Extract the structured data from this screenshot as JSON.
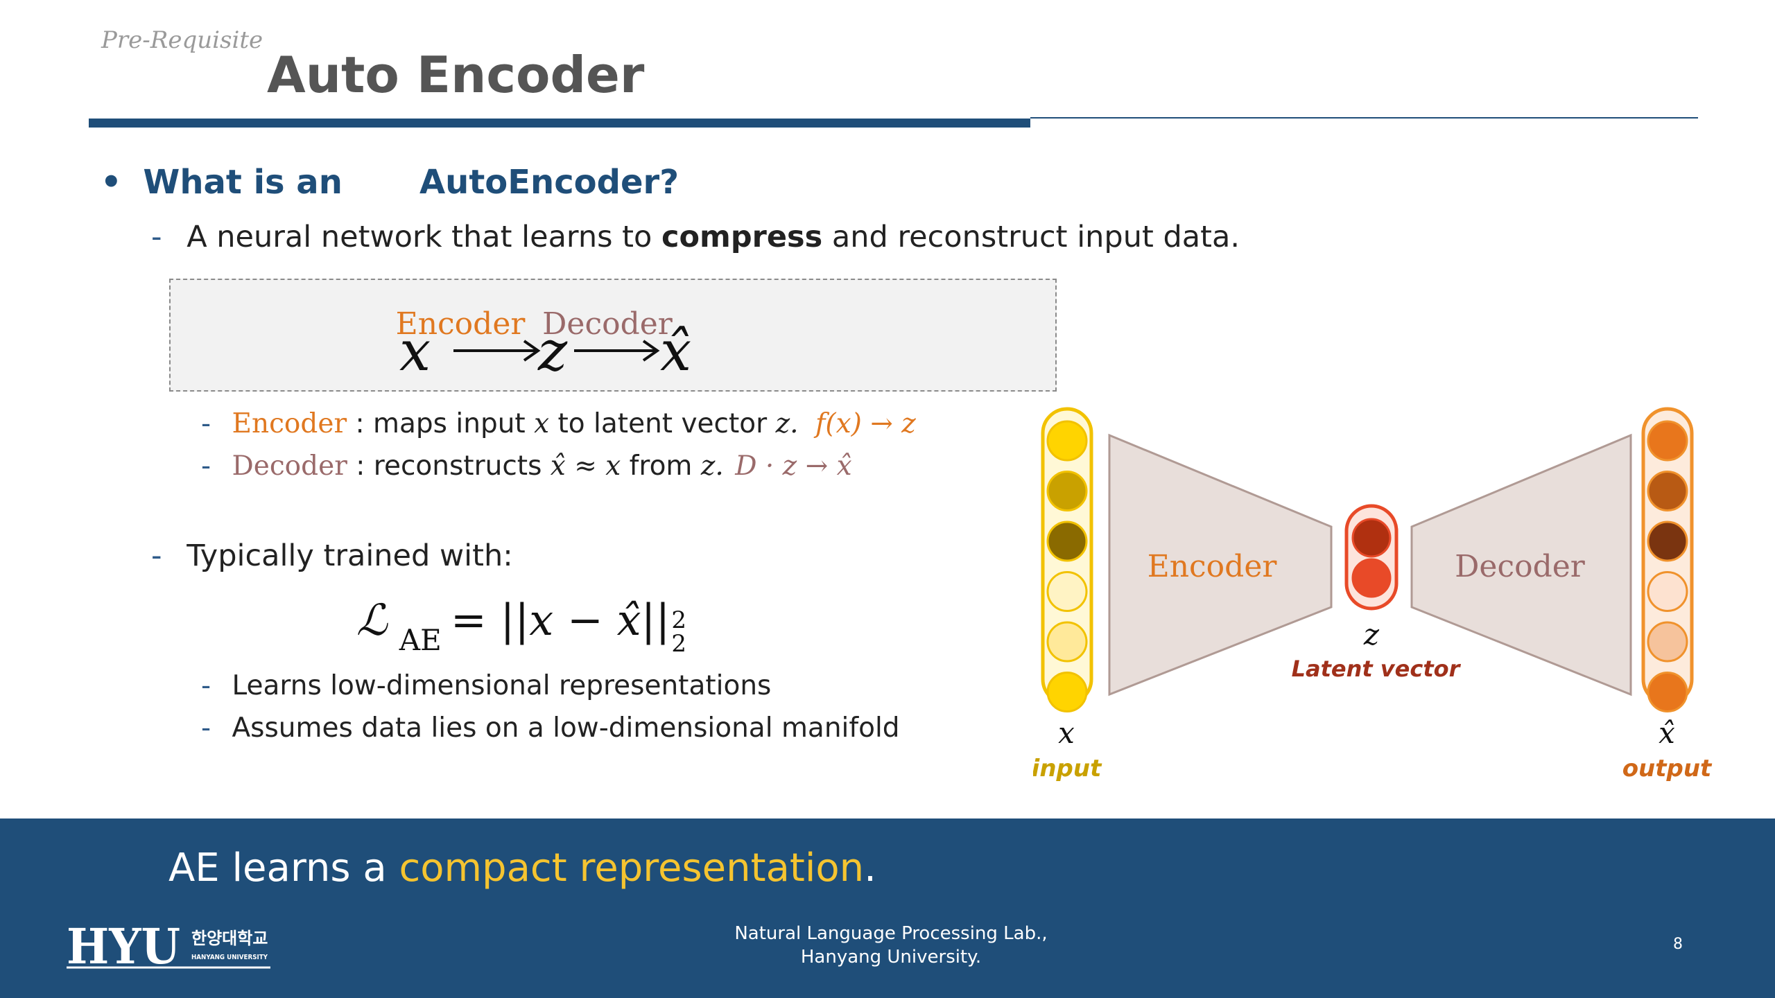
{
  "header": {
    "section_label": "Pre-Requisite",
    "title": "Auto Encoder"
  },
  "bullet": {
    "marker": "•",
    "part1": "What is an",
    "part2": "AutoEncoder?"
  },
  "definition": {
    "dash": "-",
    "before": "A neural network that learns to ",
    "bold": "compress",
    "after": " and reconstruct input data."
  },
  "equation_box": {
    "x": "x",
    "encoder_label": "Encoder",
    "z": "z",
    "decoder_label": "Decoder",
    "xhat": "x̂"
  },
  "sub_items": [
    {
      "dash": "-",
      "label": "Encoder",
      "text": " : maps input ",
      "var1": "x",
      "text2": " to latent vector ",
      "var2": "z.",
      "formula": "f(x) → z"
    },
    {
      "dash": "-",
      "label": "Decoder",
      "text": " : reconstructs ",
      "var1": "x̂ ≈ x",
      "text2": " from ",
      "var2": "z.",
      "formula": "D · z → x̂"
    }
  ],
  "training": {
    "dash": "-",
    "text": "Typically trained with:",
    "loss_symbol": "ℒ",
    "loss_sub": "AE",
    "loss_eq": "= ||x − x̂||",
    "loss_sup": "2",
    "loss_sub2": "2"
  },
  "properties": [
    {
      "dash": "-",
      "text": "Learns low-dimensional representations"
    },
    {
      "dash": "-",
      "text": "Assumes data lies on a low-dimensional manifold"
    }
  ],
  "diagram": {
    "input_var": "x",
    "input_label": "input",
    "encoder_label": "Encoder",
    "decoder_label": "Decoder",
    "latent_var": "z",
    "latent_label": "Latent vector",
    "output_var": "x̂",
    "output_label": "output",
    "input_colors": [
      "#ffd400",
      "#c9a100",
      "#8a6a00",
      "#fff3c4",
      "#ffe99a",
      "#ffd400"
    ],
    "latent_colors": [
      "#b03010",
      "#e84a28"
    ],
    "output_colors": [
      "#e8761c",
      "#b85a14",
      "#7a3410",
      "#fde2d0",
      "#f6c39c",
      "#e8761c"
    ]
  },
  "footer": {
    "tagline_prefix": "AE learns a ",
    "tagline_highlight": "compact representation",
    "tagline_suffix": ".",
    "logo_text": "HYU",
    "logo_korean": "한양대학교",
    "logo_english": "HANYANG UNIVERSITY",
    "lab_line1": "Natural Language Processing Lab.,",
    "lab_line2": "Hanyang University.",
    "page_number": "8"
  }
}
